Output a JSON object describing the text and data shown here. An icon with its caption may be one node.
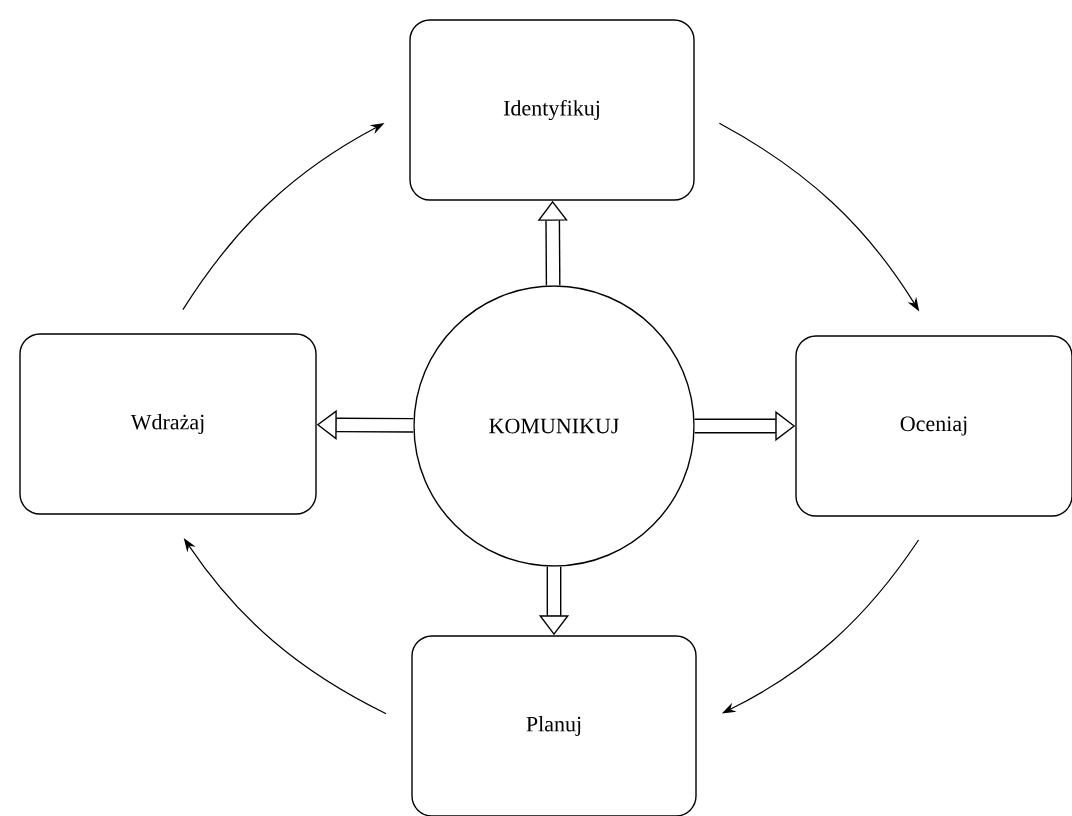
{
  "diagram": {
    "nodes": [
      {
        "text": [
          "Identyfikuj"
        ]
      },
      {
        "text": [
          "Oceniaj"
        ]
      },
      {
        "text": [
          "Planuj"
        ]
      },
      {
        "text": [
          "Wdrażaj"
        ]
      },
      {
        "text": [
          "KOMUNIKUJ"
        ]
      }
    ],
    "edges": [
      {
        "from": 3,
        "to": 0,
        "arrow": "to"
      },
      {
        "from": 0,
        "to": 1,
        "arrow": "to"
      },
      {
        "from": 1,
        "to": 2,
        "arrow": "to"
      },
      {
        "from": 2,
        "to": 3,
        "arrow": "to"
      },
      {
        "from": 4,
        "to": 0,
        "arrow": "to",
        "style": "thick"
      },
      {
        "from": 4,
        "to": 1,
        "arrow": "to",
        "style": "thick"
      },
      {
        "from": 4,
        "to": 2,
        "arrow": "to",
        "style": "thick"
      },
      {
        "from": 4,
        "to": 3,
        "arrow": "to",
        "style": "thick"
      }
    ]
  }
}
